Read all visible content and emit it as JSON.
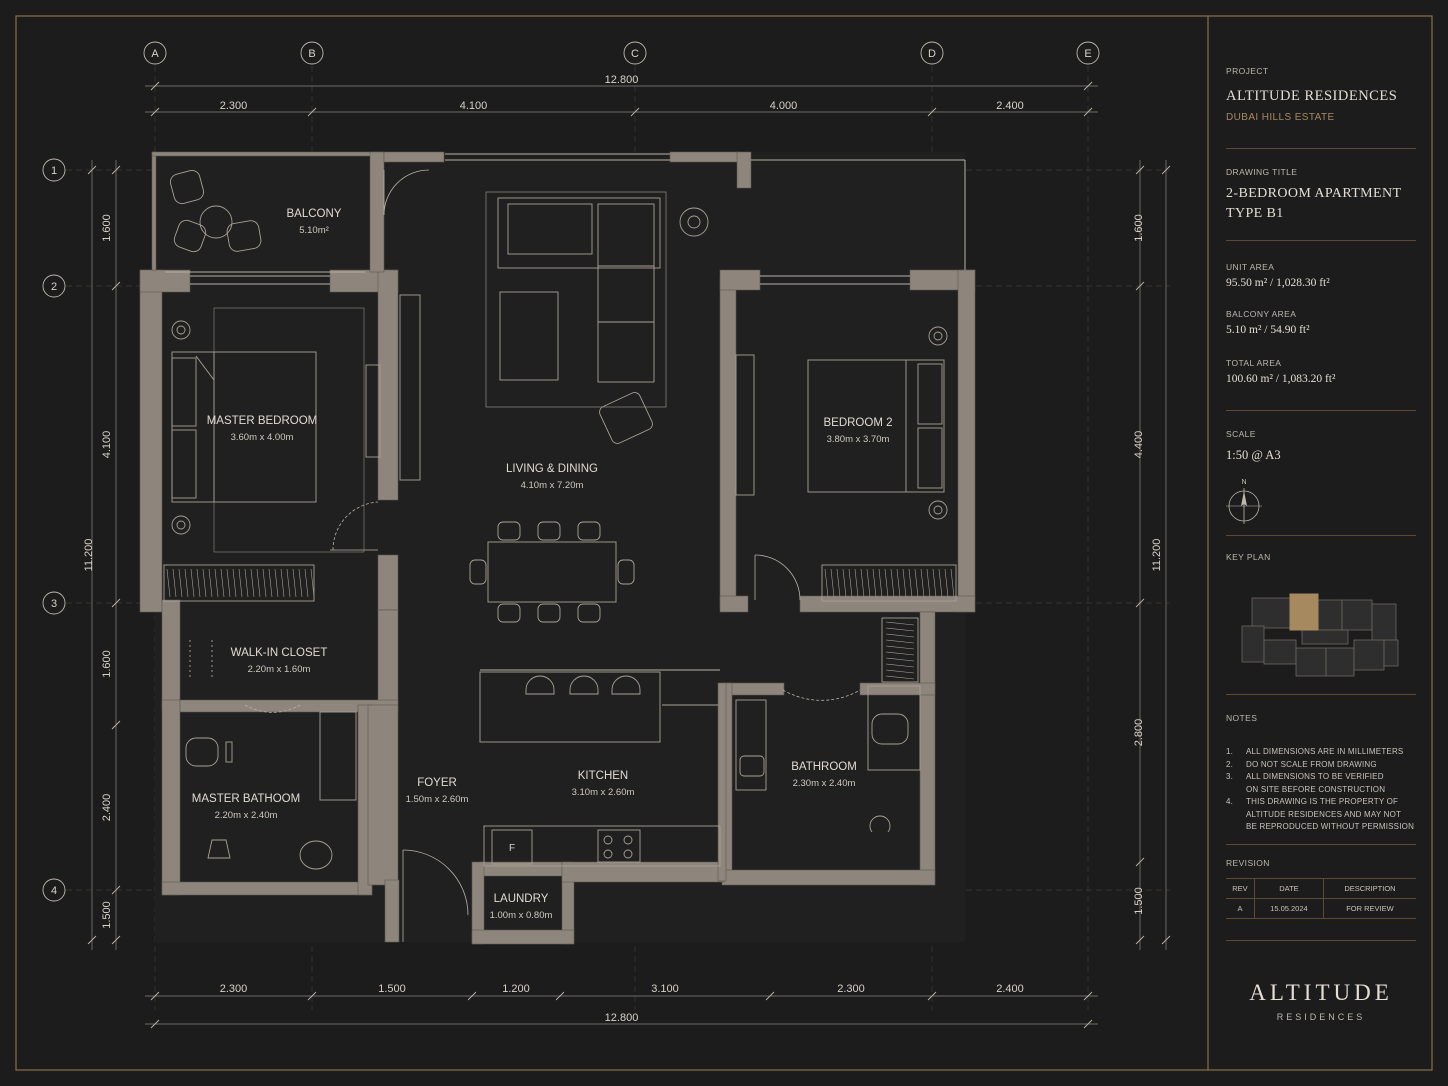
{
  "grid": {
    "columns": [
      "A",
      "B",
      "C",
      "D",
      "E"
    ],
    "rows": [
      "1",
      "2",
      "3",
      "4"
    ]
  },
  "dimensions": {
    "top_total": "12.800",
    "top_segments": [
      "2.300",
      "4.100",
      "4.000",
      "2.400"
    ],
    "bottom_total": "12.800",
    "bottom_segments": [
      "2.300",
      "1.500",
      "1.200",
      "3.100",
      "2.300",
      "2.400"
    ],
    "left_total": "11.200",
    "left_segments": [
      "1.600",
      "4.100",
      "1.600",
      "2.400",
      "1.500"
    ],
    "right_total": "11.200",
    "right_segments": [
      "1.600",
      "4.400",
      "2.800",
      "1.500"
    ]
  },
  "rooms": [
    {
      "id": "balcony",
      "name": "BALCONY",
      "size": "5.10m²"
    },
    {
      "id": "master-bedroom",
      "name": "MASTER BEDROOM",
      "size": "3.60m x 4.00m"
    },
    {
      "id": "living-dining",
      "name": "LIVING & DINING",
      "size": "4.10m x 7.20m"
    },
    {
      "id": "bedroom-2",
      "name": "BEDROOM 2",
      "size": "3.80m x 3.70m"
    },
    {
      "id": "walk-in-closet",
      "name": "WALK-IN CLOSET",
      "size": "2.20m x 1.60m"
    },
    {
      "id": "master-bathroom",
      "name": "MASTER BATHOOM",
      "size": "2.20m x 2.40m"
    },
    {
      "id": "foyer",
      "name": "FOYER",
      "size": "1.50m x 2.60m"
    },
    {
      "id": "kitchen",
      "name": "KITCHEN",
      "size": "3.10m x 2.60m"
    },
    {
      "id": "bathroom",
      "name": "BATHROOM",
      "size": "2.30m x 2.40m"
    },
    {
      "id": "laundry",
      "name": "LAUNDRY",
      "size": "1.00m x 0.80m"
    }
  ],
  "fridge_label": "F",
  "title_block": {
    "project_label": "PROJECT",
    "project_name": "ALTITUDE RESIDENCES",
    "project_location": "DUBAI HILLS ESTATE",
    "drawing_title_label": "DRAWING TITLE",
    "drawing_title_line1": "2-BEDROOM APARTMENT",
    "drawing_title_line2": "TYPE B1",
    "unit_area_label": "UNIT AREA",
    "unit_area": "95.50 m² / 1,028.30 ft²",
    "balcony_area_label": "BALCONY AREA",
    "balcony_area": "5.10 m² / 54.90 ft²",
    "total_area_label": "TOTAL AREA",
    "total_area": "100.60 m² / 1,083.20 ft²",
    "scale_label": "SCALE",
    "scale": "1:50 @ A3",
    "north": "N",
    "key_plan_label": "KEY PLAN",
    "notes_label": "NOTES",
    "notes": [
      {
        "num": "1.",
        "lines": [
          "ALL DIMENSIONS ARE IN MILLIMETERS"
        ]
      },
      {
        "num": "2.",
        "lines": [
          "DO NOT SCALE FROM DRAWING"
        ]
      },
      {
        "num": "3.",
        "lines": [
          "ALL DIMENSIONS TO BE VERIFIED",
          "ON SITE BEFORE CONSTRUCTION"
        ]
      },
      {
        "num": "4.",
        "lines": [
          "THIS DRAWING IS THE PROPERTY OF",
          "ALTITUDE RESIDENCES AND MAY NOT",
          "BE REPRODUCED WITHOUT PERMISSION"
        ]
      }
    ],
    "revision_label": "REVISION",
    "revision_headers": [
      "REV",
      "DATE",
      "DESCRIPTION"
    ],
    "revision_rows": [
      [
        "A",
        "15.05.2024",
        "FOR REVIEW"
      ]
    ],
    "brand_name": "ALTITUDE",
    "brand_sub": "RESIDENCES"
  },
  "colors": {
    "background": "#1c1c1c",
    "wall": "#8e867c",
    "line": "#b8b0a4",
    "accent": "#a6895e"
  }
}
